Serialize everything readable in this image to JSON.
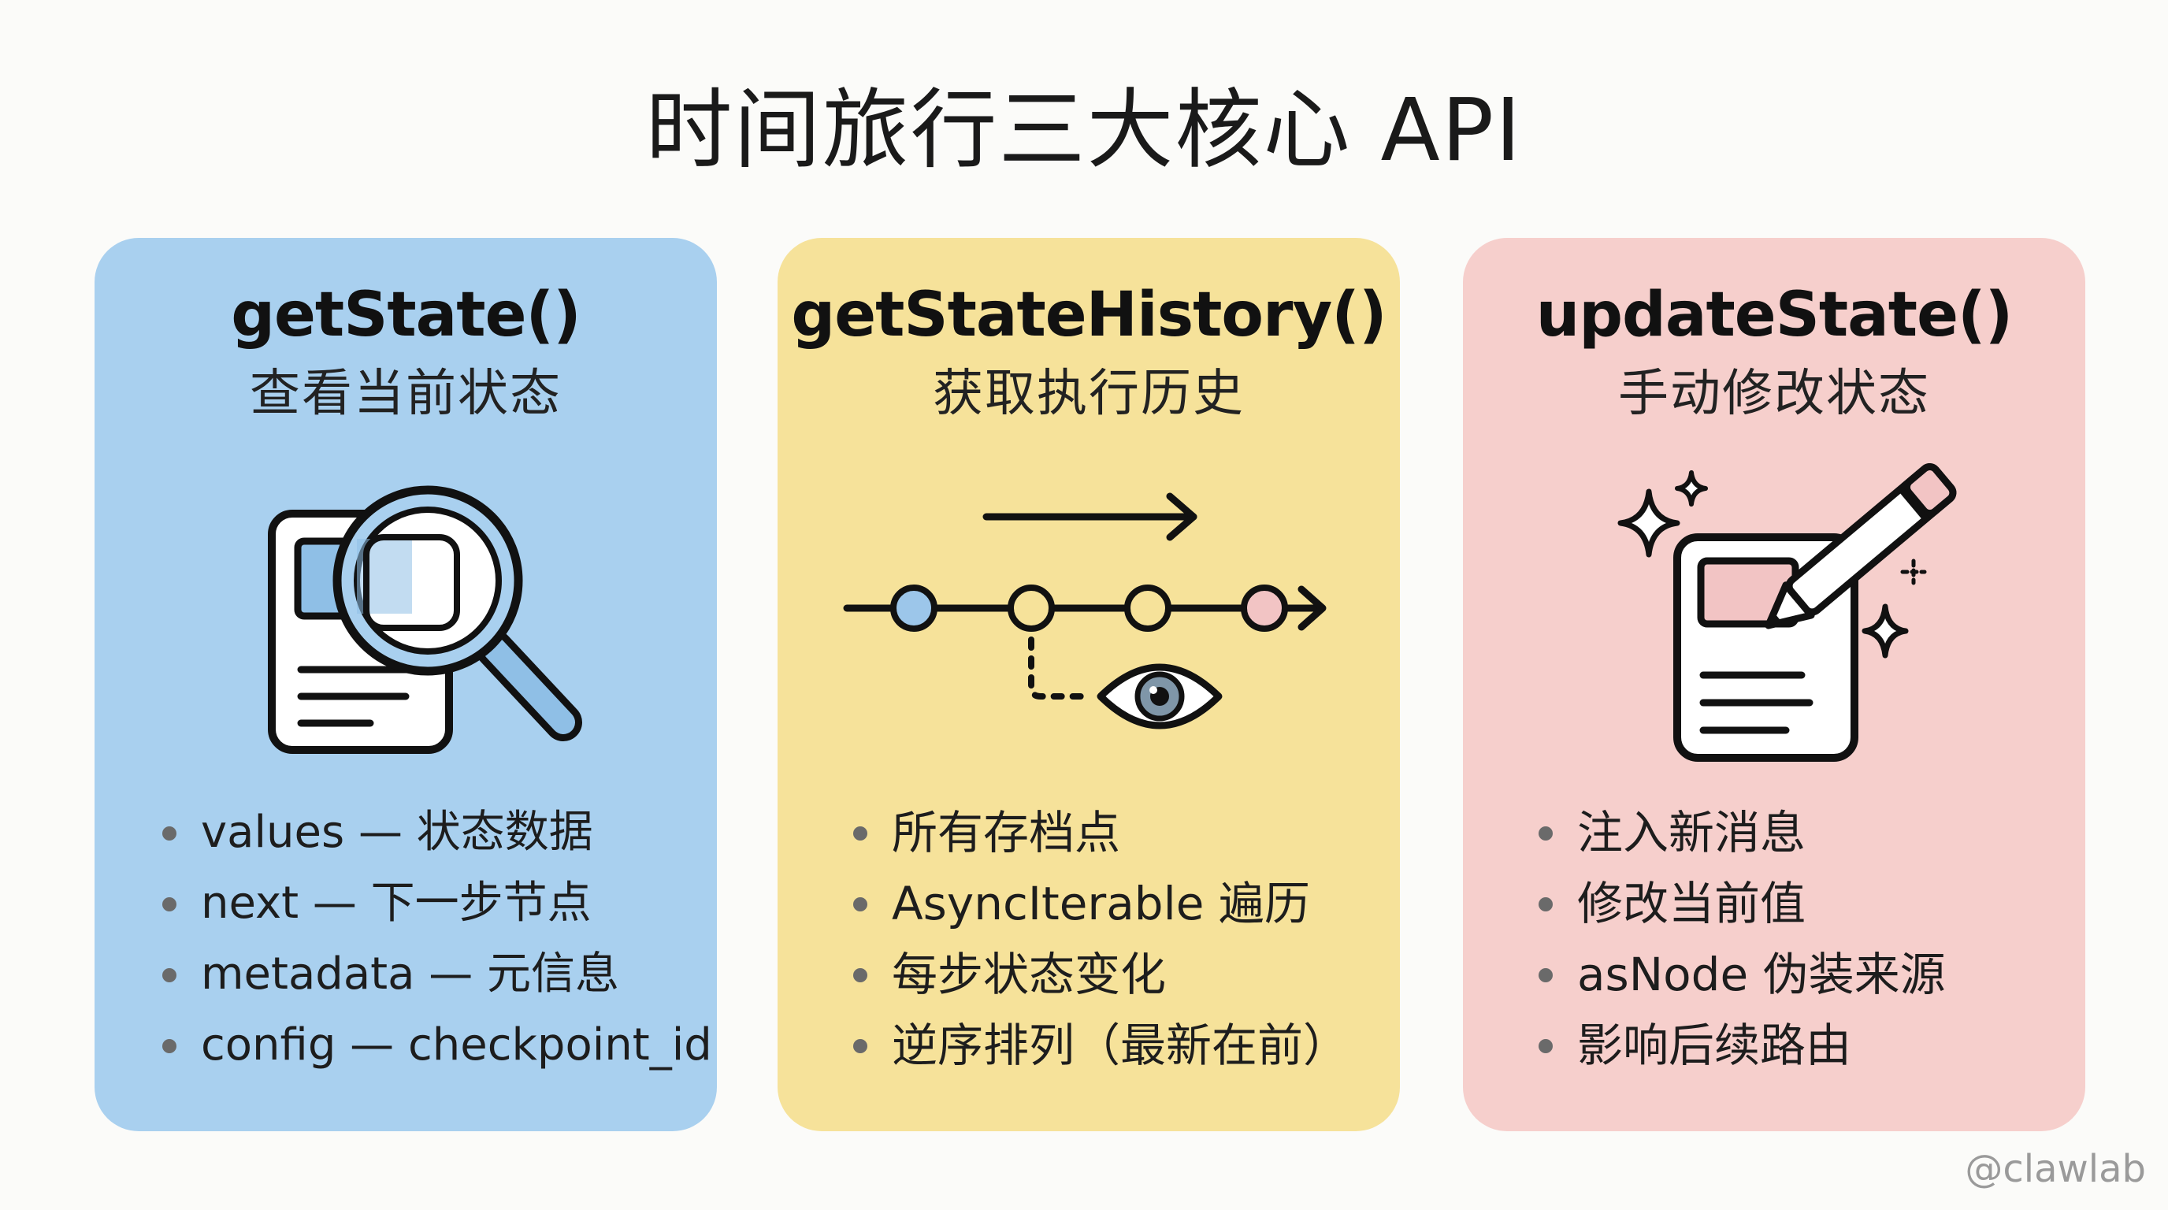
{
  "title": "时间旅行三大核心 API",
  "cards": [
    {
      "name": "getState()",
      "subtitle": "查看当前状态",
      "icon": "document-magnifier-icon",
      "color": "#a9d0ef",
      "bullets": [
        "values — 状态数据",
        "next — 下一步节点",
        "metadata — 元信息",
        "config — checkpoint_id"
      ]
    },
    {
      "name": "getStateHistory()",
      "subtitle": "获取执行历史",
      "icon": "timeline-eye-icon",
      "color": "#f6e29a",
      "bullets": [
        "所有存档点",
        "AsyncIterable 遍历",
        "每步状态变化",
        "逆序排列（最新在前）"
      ]
    },
    {
      "name": "updateState()",
      "subtitle": "手动修改状态",
      "icon": "document-pencil-sparkle-icon",
      "color": "#f6cfcc",
      "bullets": [
        "注入新消息",
        "修改当前值",
        "asNode 伪装来源",
        "影响后续路由"
      ]
    }
  ],
  "watermark": "@clawlab"
}
